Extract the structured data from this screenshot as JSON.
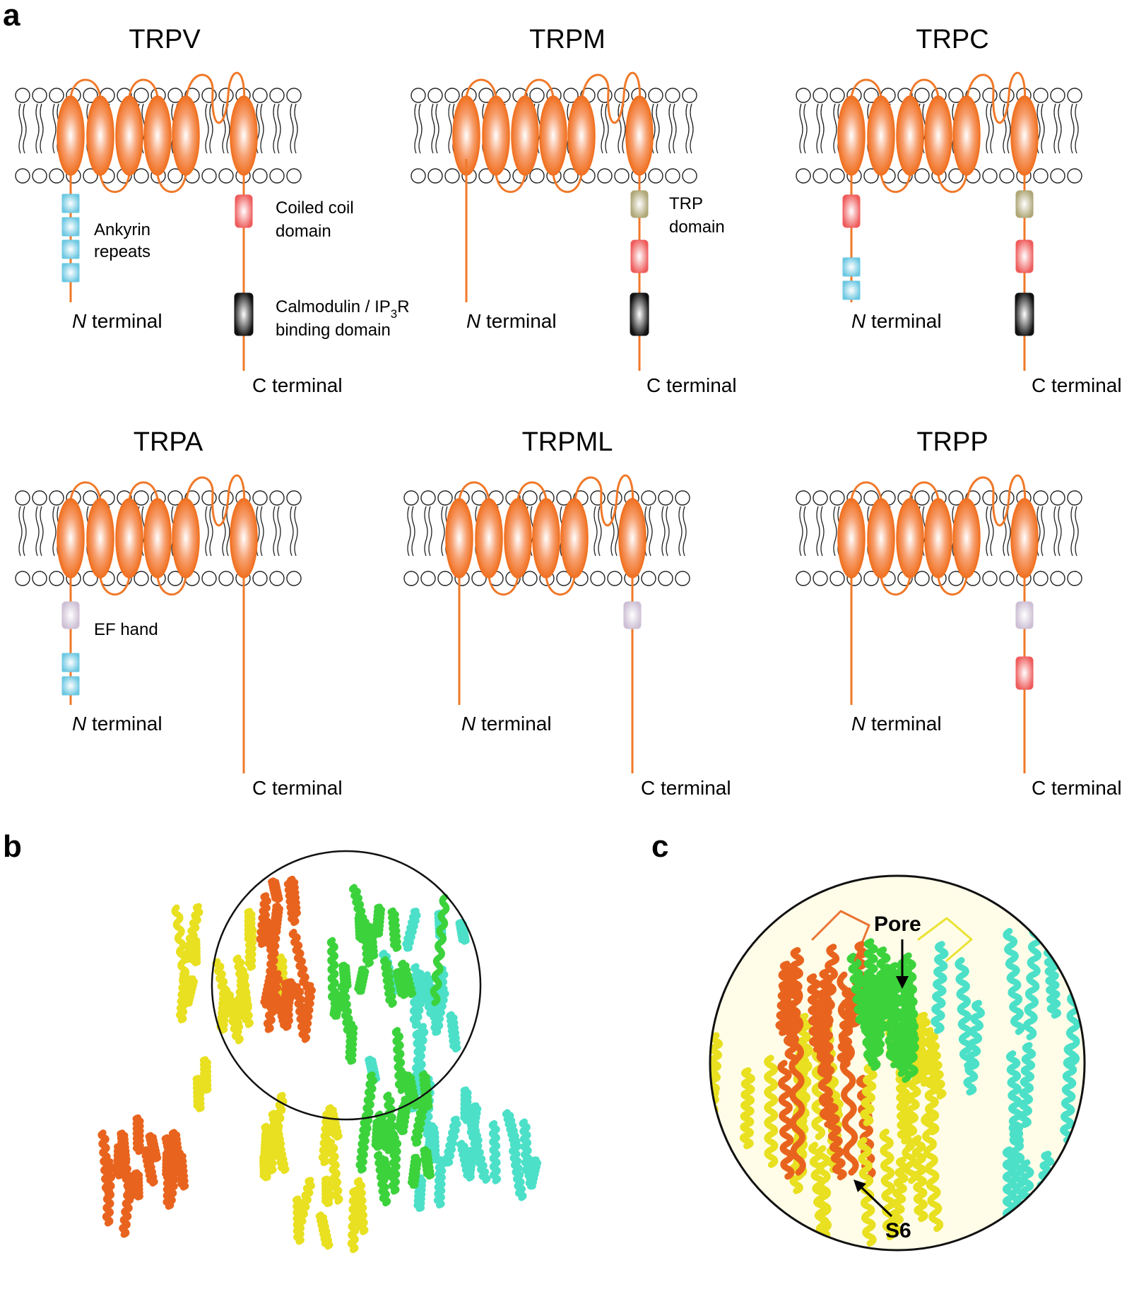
{
  "panels": {
    "a": "a",
    "b": "b",
    "c": "c"
  },
  "families": [
    {
      "name": "TRPV"
    },
    {
      "name": "TRPM"
    },
    {
      "name": "TRPC"
    },
    {
      "name": "TRPA"
    },
    {
      "name": "TRPML"
    },
    {
      "name": "TRPP"
    }
  ],
  "labels": {
    "n_terminal_italic": "N",
    "n_terminal_rest": " terminal",
    "c_terminal": "C terminal",
    "ankyrin_1": "Ankyrin",
    "ankyrin_2": "repeats",
    "coiled_1": "Coiled coil",
    "coiled_2": "domain",
    "calmod_1": "Calmodulin / IP",
    "calmod_sub": "3",
    "calmod_r": "R",
    "calmod_2": "binding domain",
    "trp_1": "TRP",
    "trp_2": "domain",
    "ef_hand": "EF hand",
    "pore": "Pore",
    "s6": "S6"
  },
  "colors": {
    "helix": "#f07828",
    "ankyrin": "#7ed0e6",
    "coiled_coil": "#f07070",
    "calmodulin": "#222222",
    "trp_domain": "#b8b084",
    "ef_hand": "#dccde0",
    "yellow": "#e8e020",
    "orange": "#e8641e",
    "green": "#3cd23c",
    "cyan": "#4ce0c8"
  }
}
